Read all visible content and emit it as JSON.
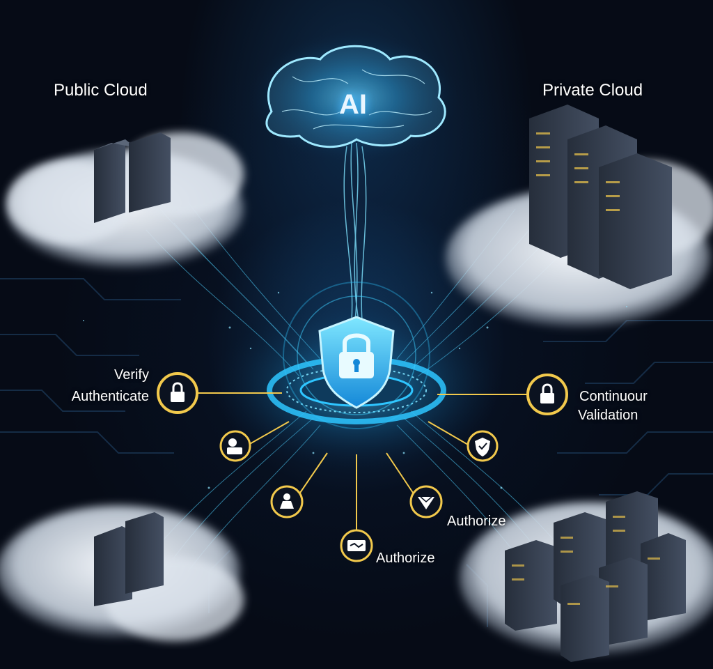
{
  "diagram": {
    "ai_label": "AI",
    "public_cloud": "Public Cloud",
    "private_cloud": "Private Cloud",
    "verify": "Verify",
    "authenticate": "Authenticate",
    "continuous_1": "Continuour",
    "continuous_2": "Validation",
    "authorize_bottom": "Authorize",
    "authorize_right": "Authorize"
  },
  "colors": {
    "background": "#060b16",
    "cyan_glow": "#2ec5ff",
    "gold_ring": "#f2c94c",
    "server_face": "#3c4657",
    "cloud": "#e6ebf2"
  },
  "icons": {
    "center": "shield-lock-icon",
    "left": "lock-icon",
    "right": "lock-icon",
    "left_upper": "person-lock-icon",
    "left_lower": "user-check-icon",
    "bottom": "card-icon",
    "bottom_right": "gem-icon",
    "right_lower": "shield-icon"
  }
}
